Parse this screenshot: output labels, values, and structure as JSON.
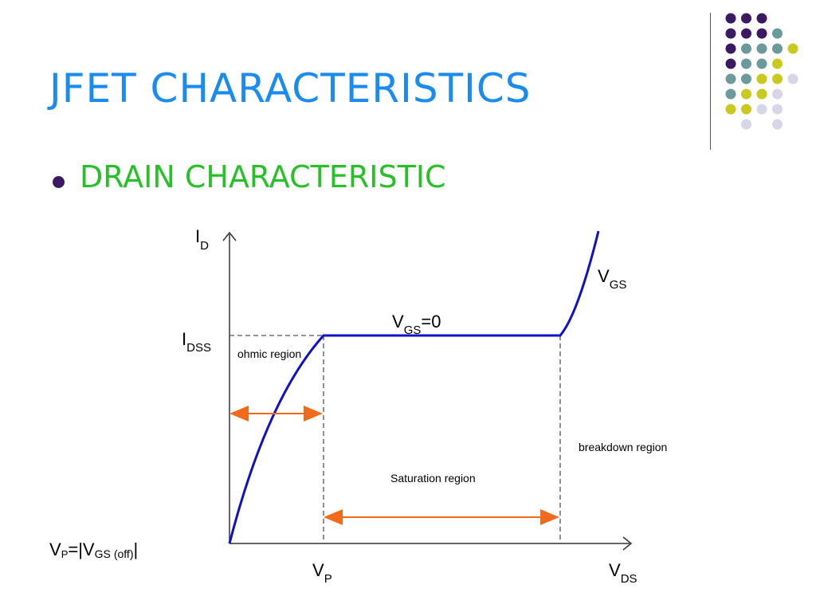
{
  "slide": {
    "title": "JFET CHARACTERISTICS",
    "bullet": "DRAIN CHARACTERISTIC"
  },
  "decoration": {
    "dot_colors": {
      "purple": "#3b1a63",
      "teal": "#6b9a9a",
      "yellow": "#c9c920",
      "lavender": "#d6d6e8"
    }
  },
  "diagram": {
    "y_axis_label": {
      "main": "I",
      "sub": "D"
    },
    "x_axis_label": {
      "main": "V",
      "sub": "DS"
    },
    "idss_label": {
      "main": "I",
      "sub": "DSS"
    },
    "vp_label": {
      "main": "V",
      "sub": "P"
    },
    "curve_label": {
      "main": "V",
      "sub": "GS",
      "tail": "=0"
    },
    "breakdown_curve_label": {
      "main": "V",
      "sub": "GS"
    },
    "ohmic_region": "ohmic region",
    "saturation_region": "Saturation region",
    "breakdown_region": "breakdown region",
    "vp_formula": {
      "v": "V",
      "p": "P",
      "eq": "=|V",
      "gs": "GS",
      "off": "(off)",
      "end": "|"
    },
    "colors": {
      "curve": "#1010c8",
      "arrow": "#f26b1d",
      "dashed": "#555555"
    }
  }
}
